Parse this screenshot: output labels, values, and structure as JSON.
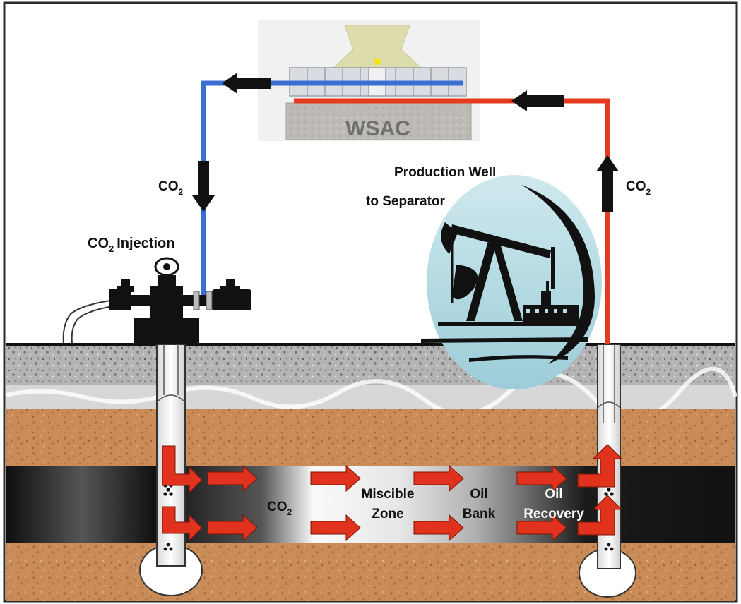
{
  "labels": {
    "wsac": "WSAC",
    "co2_down_main": "CO",
    "co2_down_sub": "2",
    "co2_up_main": "CO",
    "co2_up_sub": "2",
    "injection_co": "CO",
    "injection_sub": "2",
    "injection_rest": "Injection",
    "production_line1": "Production Well",
    "production_line2": "to Separator",
    "zone_co2_main": "CO",
    "zone_co2_sub": "2",
    "miscible_line1": "Miscible",
    "miscible_line2": "Zone",
    "oilbank_line1": "Oil",
    "oilbank_line2": "Bank",
    "recovery_line1": "Oil",
    "recovery_line2": "Recovery"
  },
  "colors": {
    "cold_pipe": "#3a6fd1",
    "hot_pipe": "#e43a1f",
    "flow_arrow": "#e0321c",
    "soil": "#c98b58",
    "gravel": "#b9b9b9",
    "pumpjack_bg": "#b9dde4",
    "reservoir_dark": "#141414"
  },
  "icons": {
    "injection_wellhead": "wellhead-valve-icon",
    "production_pumpjack": "pumpjack-icon",
    "cooling_unit": "cooling-tower-icon"
  }
}
